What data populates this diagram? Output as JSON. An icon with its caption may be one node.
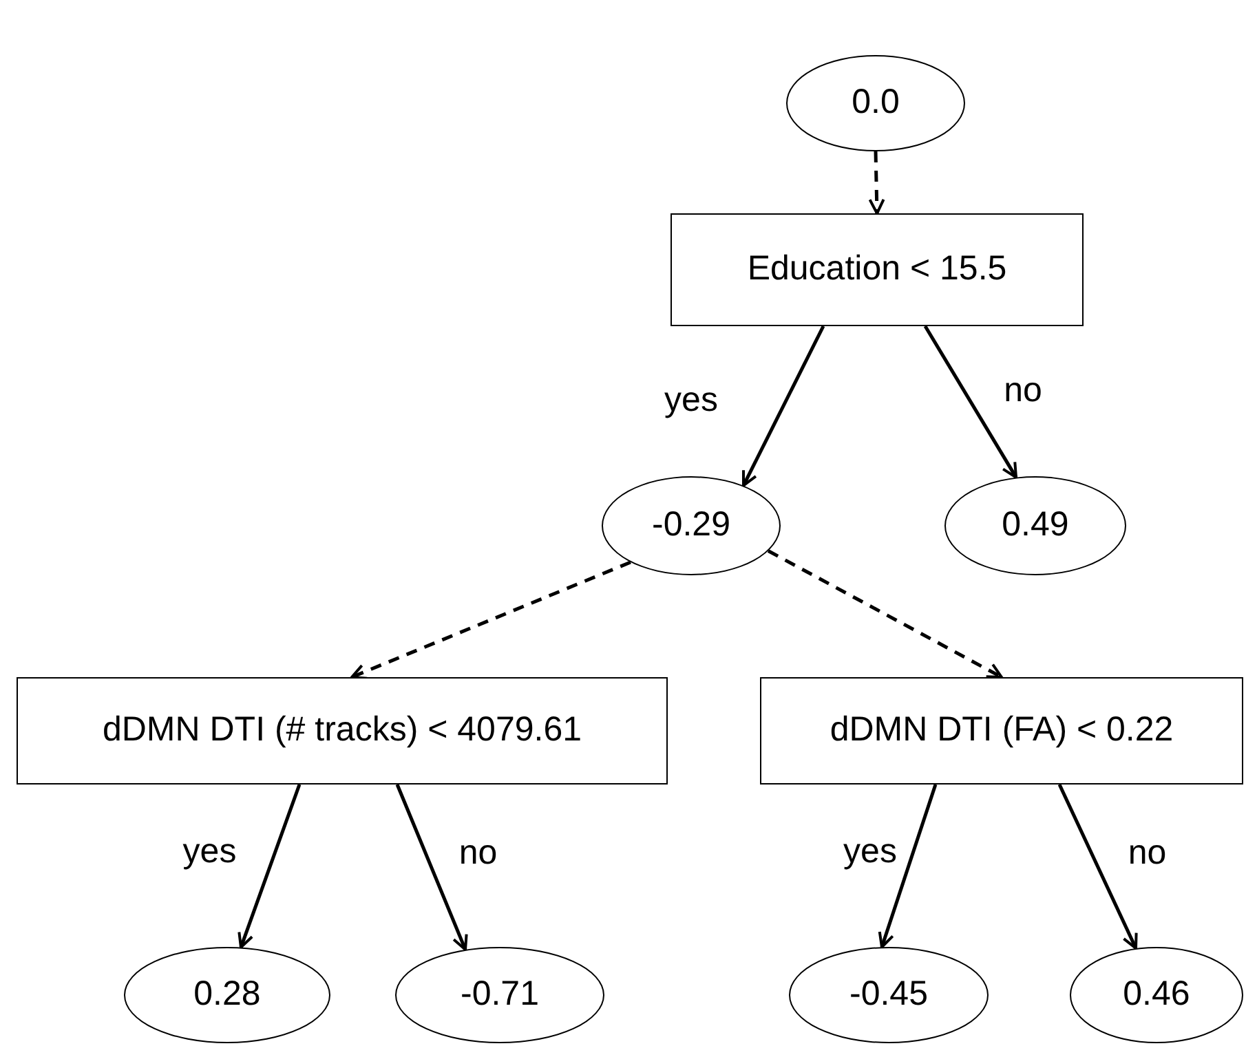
{
  "diagram": {
    "nodes": [
      {
        "text": [
          "0.0"
        ]
      },
      {
        "text": [
          "Education < 15.5"
        ]
      },
      {
        "text": [
          "-0.29"
        ]
      },
      {
        "text": [
          "0.49"
        ]
      },
      {
        "text": [
          "dDMN DTI (# tracks) < 4079.61"
        ]
      },
      {
        "text": [
          "dDMN DTI (FA) < 0.22"
        ]
      },
      {
        "text": [
          "0.28"
        ]
      },
      {
        "text": [
          "-0.71"
        ]
      },
      {
        "text": [
          "-0.45"
        ]
      },
      {
        "text": [
          "0.46"
        ]
      }
    ],
    "edges": [
      {
        "from": 0,
        "to": 1,
        "arrow": "to",
        "style": "dashed"
      },
      {
        "from": 1,
        "to": 2,
        "arrow": "to",
        "label": "yes"
      },
      {
        "from": 1,
        "to": 3,
        "arrow": "to",
        "label": "no"
      },
      {
        "from": 2,
        "to": 4,
        "arrow": "to",
        "style": "dashed"
      },
      {
        "from": 2,
        "to": 5,
        "arrow": "to",
        "style": "dashed"
      },
      {
        "from": 4,
        "to": 6,
        "arrow": "to",
        "label": "yes"
      },
      {
        "from": 4,
        "to": 7,
        "arrow": "to",
        "label": "no"
      },
      {
        "from": 5,
        "to": 8,
        "arrow": "to",
        "label": "yes"
      },
      {
        "from": 5,
        "to": 9,
        "arrow": "to",
        "label": "no"
      }
    ]
  }
}
